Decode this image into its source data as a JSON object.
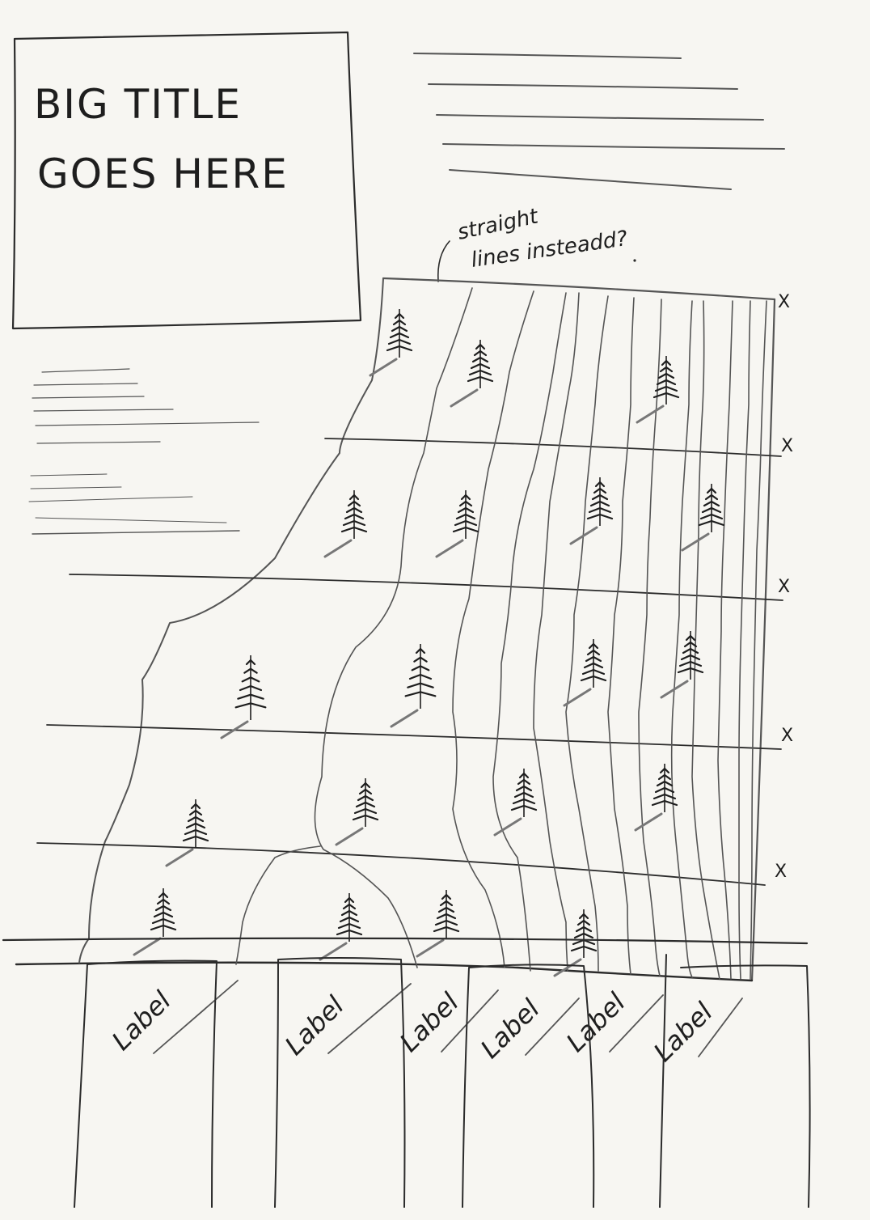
{
  "title": {
    "line1": "BIG TITLE",
    "line2": "GOES HERE"
  },
  "annotation": {
    "line1": "straight",
    "line2": "lines insteadd?"
  },
  "row_markers": [
    "X",
    "X",
    "X",
    "X",
    "X"
  ],
  "x_labels": [
    "Label",
    "Label",
    "Label",
    "Label",
    "Label",
    "Label"
  ],
  "icons": {
    "tree": "pine-tree-icon"
  },
  "colors": {
    "paper": "#f7f6f2",
    "ink": "#2b2b2b",
    "pencil": "#555555"
  }
}
